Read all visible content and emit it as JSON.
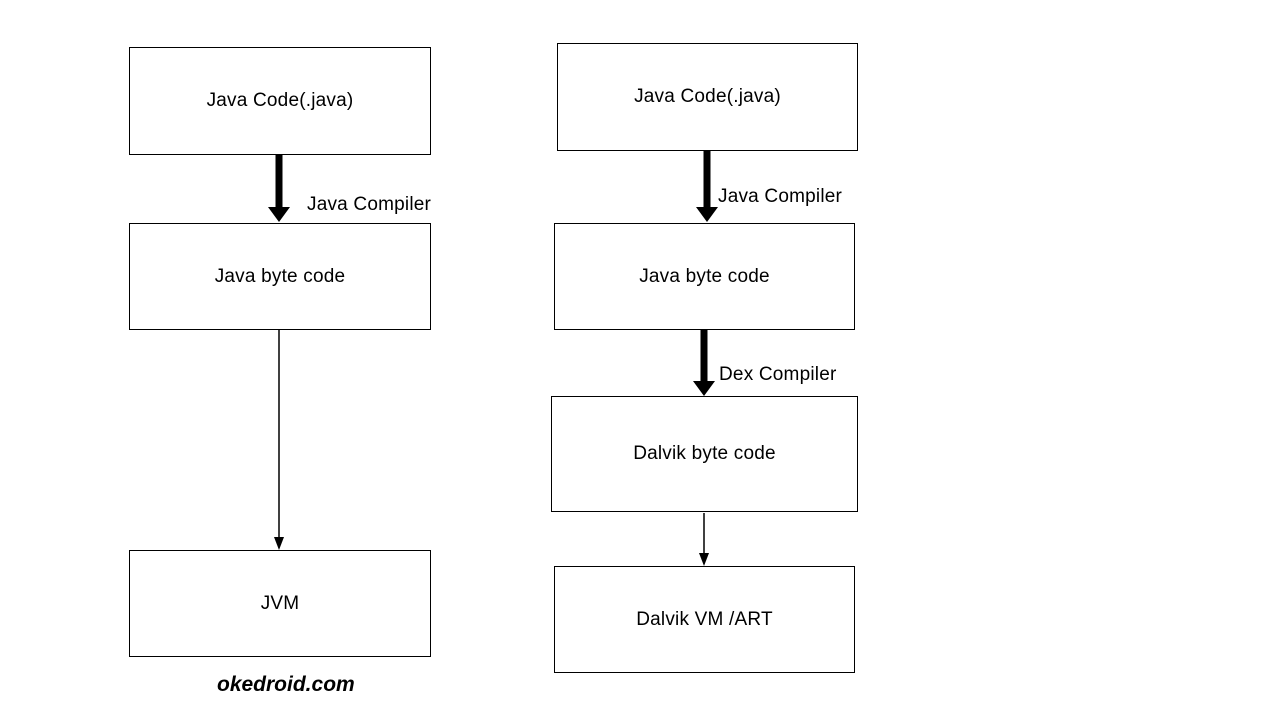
{
  "page": {
    "background_color": "#ffffff",
    "line_color": "#000000",
    "text_color": "#000000"
  },
  "watermark": "okedroid.com",
  "diagram": {
    "left_flow": {
      "name": "java-jvm-compilation-flow",
      "boxes": [
        {
          "label": "Java Code(.java)"
        },
        {
          "label": "Java byte code"
        },
        {
          "label": "JVM"
        }
      ],
      "arrows": [
        {
          "label": "Java Compiler",
          "style": "thick"
        },
        {
          "label": "",
          "style": "thin"
        }
      ]
    },
    "right_flow": {
      "name": "android-dalvik-compilation-flow",
      "boxes": [
        {
          "label": "Java Code(.java)"
        },
        {
          "label": "Java byte code"
        },
        {
          "label": "Dalvik byte code"
        },
        {
          "label": "Dalvik VM /ART"
        }
      ],
      "arrows": [
        {
          "label": "Java Compiler",
          "style": "thick"
        },
        {
          "label": "Dex Compiler",
          "style": "thick"
        },
        {
          "label": "",
          "style": "thin"
        }
      ]
    }
  }
}
